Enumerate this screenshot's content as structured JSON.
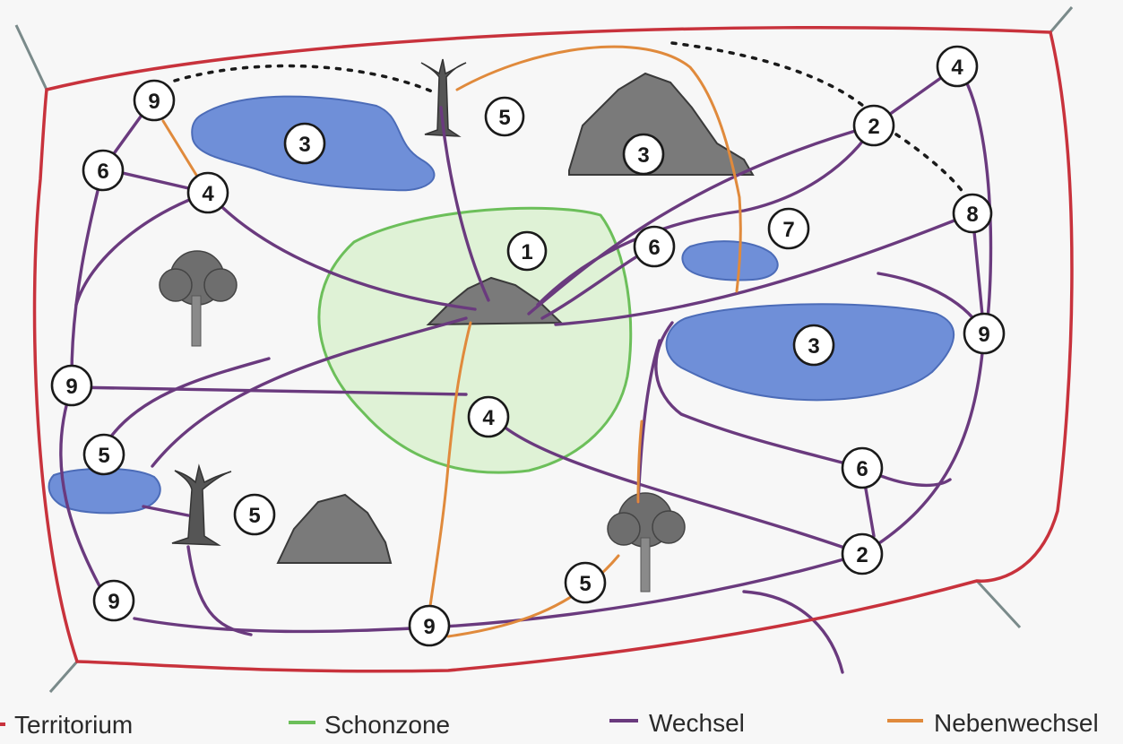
{
  "colors": {
    "territorium": "#c8323c",
    "schonzone": "#6cbf5a",
    "schonzone_fill": "#dff2d6",
    "wechsel": "#6a3a7e",
    "nebenwechsel": "#e08a3c",
    "water": "#6f8fd8",
    "water_stroke": "#4c6cb8",
    "rock": "#7a7a7a",
    "tree": "#6e6e6e"
  },
  "nodes": {
    "n1": "1",
    "n9_top_left": "9",
    "n5_top_tree": "5",
    "n3_pond_top_left": "3",
    "n3_rock_top": "3",
    "n4_top_right": "4",
    "n2_top_right": "2",
    "n8_right": "8",
    "n6_left": "6",
    "n4_left": "4",
    "n6_center": "6",
    "n7_pond": "7",
    "n9_right": "9",
    "n3_pond_right": "3",
    "n9_mid_left": "9",
    "n4_center": "4",
    "n5_pond_left": "5",
    "n5_tree_left": "5",
    "n6_lower_right": "6",
    "n2_lower_right": "2",
    "n9_bottom_left": "9",
    "n9_bottom_center": "9",
    "n5_bottom_tree": "5"
  },
  "legend": {
    "territorium": "Territorium",
    "schonzone": "Schonzone",
    "wechsel": "Wechsel",
    "nebenwechsel": "Nebenwechsel"
  }
}
